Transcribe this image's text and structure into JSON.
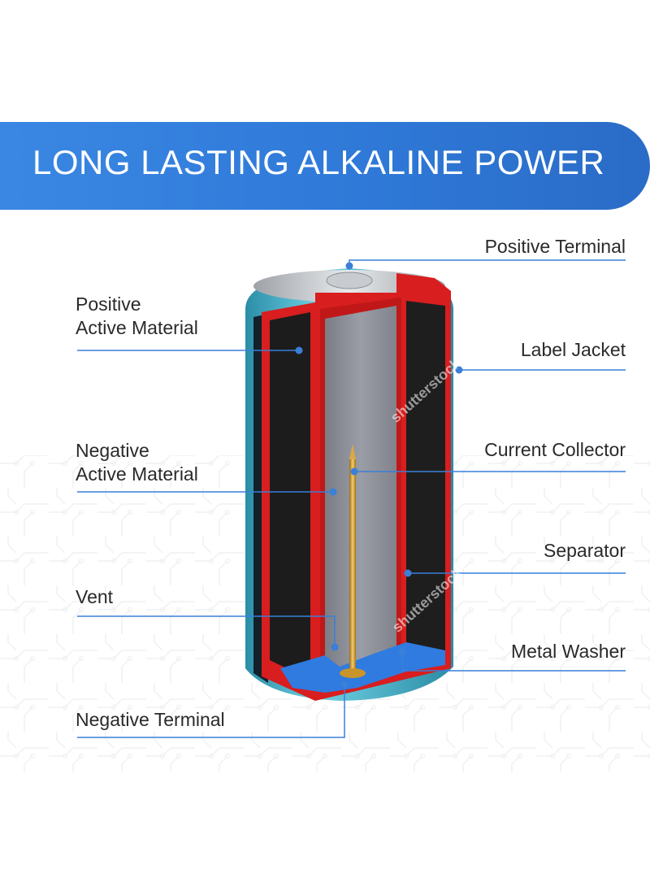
{
  "banner": {
    "title": "LONG LASTING ALKALINE POWER"
  },
  "labels": {
    "positive_terminal": "Positive Terminal",
    "positive_active_line1": "Positive",
    "positive_active_line2": "Active Material",
    "label_jacket": "Label Jacket",
    "negative_active_line1": "Negative",
    "negative_active_line2": "Active Material",
    "current_collector": "Current Collector",
    "separator": "Separator",
    "vent": "Vent",
    "metal_washer": "Metal Washer",
    "negative_terminal": "Negative Terminal"
  },
  "watermark": {
    "text": "shutterstock"
  },
  "colors": {
    "banner": "#2f79d8",
    "leader_line": "#3a7fd8",
    "casing_teal": "#3aa6c0",
    "seal_blue": "#2f7be0",
    "red_layer": "#d81e1e",
    "cathode_dark": "#1c1c1c",
    "anode_grey": "#8a8d95",
    "collector_gold": "#c9952a"
  }
}
